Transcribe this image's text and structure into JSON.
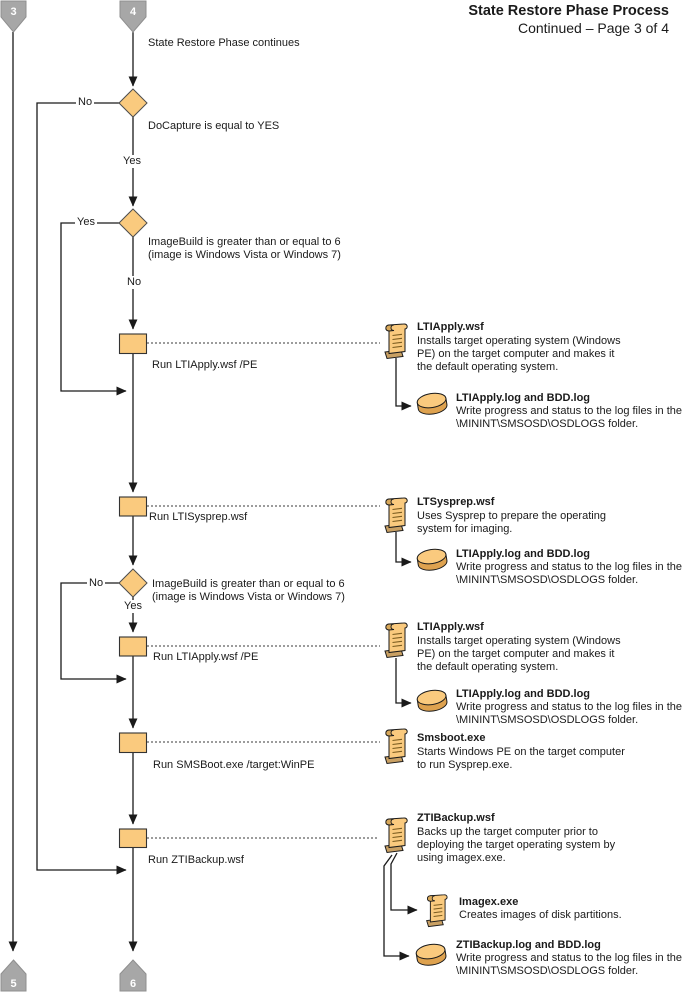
{
  "title": {
    "heading": "State Restore Phase Process",
    "subheading": "Continued – Page 3 of 4"
  },
  "connectors": {
    "top_left": {
      "label": "3"
    },
    "top_center": {
      "label": "4"
    },
    "bottom_left": {
      "label": "5"
    },
    "bottom_center": {
      "label": "6"
    }
  },
  "flow": {
    "start_note": "State Restore Phase continues",
    "decision_docapture": {
      "question": "DoCapture is equal to YES",
      "no_label": "No",
      "yes_label": "Yes"
    },
    "decision_imagebuild_1": {
      "question_line1": "ImageBuild is greater than or equal to 6",
      "question_line2": "(image is Windows Vista or Windows 7)",
      "yes_label": "Yes",
      "no_label": "No"
    },
    "process_ltiapply_1": {
      "label": "Run LTIApply.wsf /PE"
    },
    "process_ltisysprep": {
      "label": "Run LTISysprep.wsf"
    },
    "decision_imagebuild_2": {
      "question_line1": "ImageBuild is greater than or equal to 6",
      "question_line2": "(image is Windows Vista or Windows 7)",
      "no_label": "No",
      "yes_label": "Yes"
    },
    "process_ltiapply_2": {
      "label": "Run LTIApply.wsf /PE"
    },
    "process_smsboot": {
      "label": "Run SMSBoot.exe /target:WinPE"
    },
    "process_ztibackup": {
      "label": "Run ZTIBackup.wsf"
    }
  },
  "annotations": {
    "ltiapply_1": {
      "title": "LTIApply.wsf",
      "desc": [
        "Installs target operating system (Windows",
        "PE) on the target computer and makes it",
        "the default operating system."
      ],
      "log": {
        "title": "LTIApply.log and BDD.log",
        "desc": [
          "Write progress and status to the log files in the",
          "\\MININT\\SMSOSD\\OSDLOGS folder."
        ]
      }
    },
    "ltisysprep": {
      "title": "LTSysprep.wsf",
      "desc": [
        "Uses Sysprep to prepare the operating",
        "system for imaging."
      ],
      "log": {
        "title": "LTIApply.log and BDD.log",
        "desc": [
          "Write progress and status to the log files in the",
          "\\MININT\\SMSOSD\\OSDLOGS folder."
        ]
      }
    },
    "ltiapply_2": {
      "title": "LTIApply.wsf",
      "desc": [
        "Installs target operating system (Windows",
        "PE) on the target computer and makes it",
        "the default operating system."
      ],
      "log": {
        "title": "LTIApply.log and BDD.log",
        "desc": [
          "Write progress and status to the log files in the",
          "\\MININT\\SMSOSD\\OSDLOGS folder."
        ]
      }
    },
    "smsboot": {
      "title": "Smsboot.exe",
      "desc": [
        "Starts Windows PE on the target computer",
        "to run Sysprep.exe."
      ]
    },
    "ztibackup": {
      "title": "ZTIBackup.wsf",
      "desc": [
        "Backs up the target computer prior to",
        "deploying the target operating system by",
        "using imagex.exe."
      ],
      "imagex": {
        "title": "Imagex.exe",
        "desc": [
          "Creates images of disk partitions."
        ]
      },
      "log": {
        "title": "ZTIBackup.log and BDD.log",
        "desc": [
          "Write progress and status to the log files in the",
          "\\MININT\\SMSOSD\\OSDLOGS folder."
        ]
      }
    }
  },
  "colors": {
    "shape_fill": "#FACA7E",
    "shape_side_fill": "#DEA24F",
    "shape_stroke": "#4d4d4d",
    "connector_fill": "#A7A7A7",
    "connector_stroke": "#8F8F8F",
    "connector_text": "#FFFFFF",
    "line": "#1A1A1A",
    "scroll_curl": "#D8A85A",
    "scroll_foot": "#C9A063"
  }
}
